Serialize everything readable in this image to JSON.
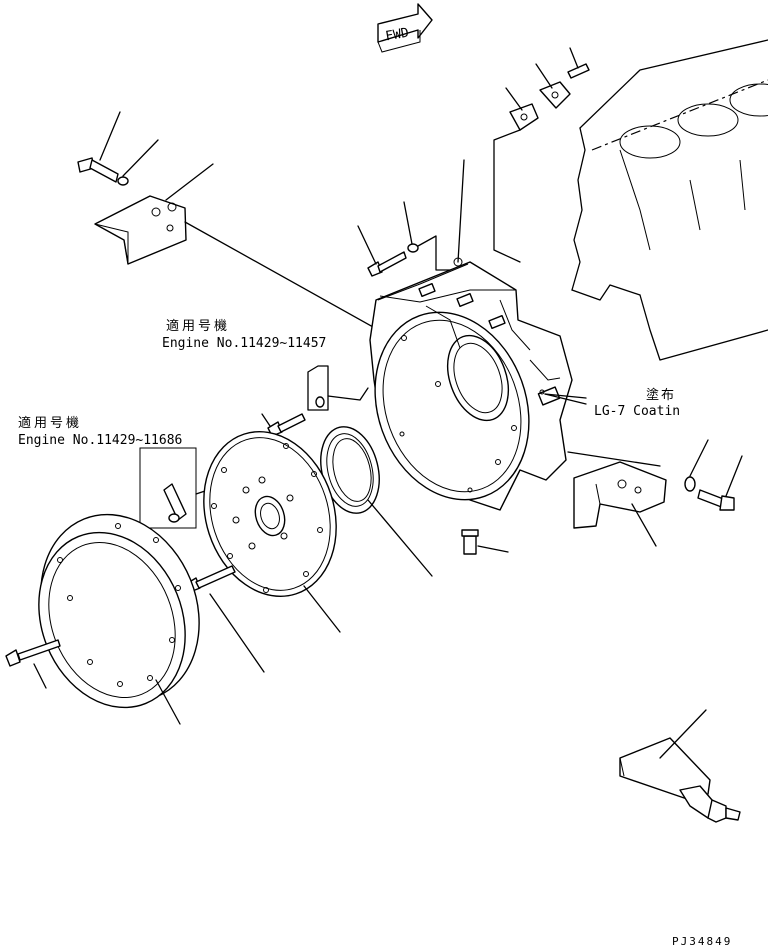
{
  "arrow": {
    "label": "FWD"
  },
  "notes": {
    "upper": {
      "title": "適用号機",
      "range": "Engine No.11429~11457"
    },
    "lower": {
      "title": "適用号機",
      "range": "Engine No.11429~11686"
    },
    "coating": {
      "title": "塗布",
      "material": "LG-7 Coatin"
    }
  },
  "drawing_code": "PJ34849"
}
